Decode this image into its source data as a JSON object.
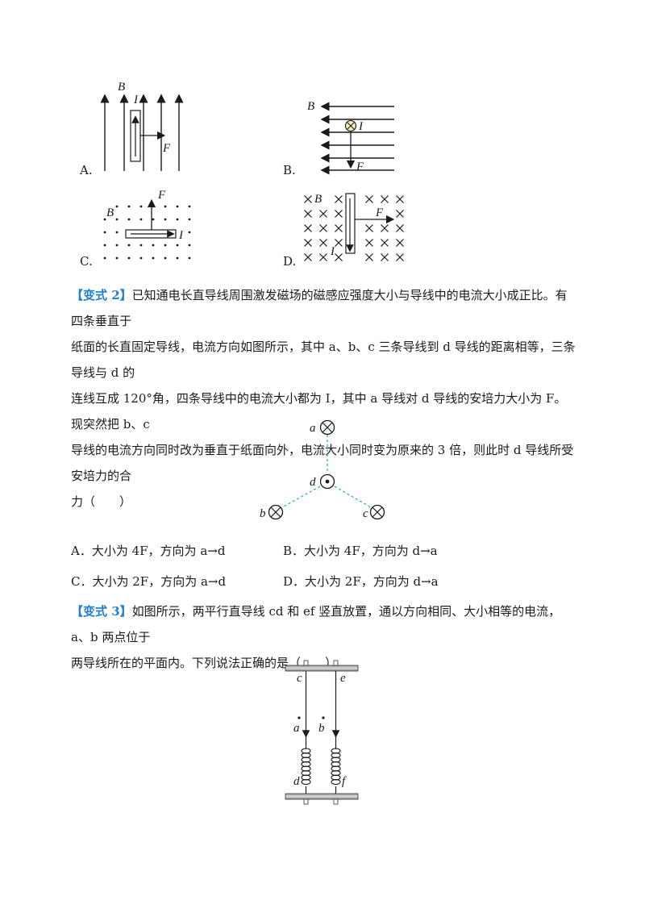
{
  "figures": {
    "a": {
      "option": "A.",
      "B": "B",
      "I": "I",
      "F": "F"
    },
    "b": {
      "option": "B.",
      "B": "B",
      "I": "I",
      "F": "F"
    },
    "c": {
      "option": "C.",
      "B": "B",
      "I": "I",
      "F": "F"
    },
    "d": {
      "option": "D.",
      "B": "B",
      "I": "I",
      "F": "F"
    }
  },
  "q2": {
    "tag": "【变式 2】",
    "line1": "已知通电长直导线周围激发磁场的磁感应强度大小与导线中的电流大小成正比。有四条垂直于",
    "line2": "纸面的长直固定导线，电流方向如图所示，其中 a、b、c 三条导线到 d 导线的距离相等，三条导线与 d 的",
    "line3": "连线互成 120°角，四条导线中的电流大小都为 I，其中 a 导线对 d 导线的安培力大小为 F。现突然把 b、c",
    "line4": "导线的电流方向同时改为垂直于纸面向外，电流大小同时变为原来的 3 倍，则此时 d 导线所受安培力的合",
    "line5": "力（　　）",
    "diagram": {
      "a": "a",
      "b": "b",
      "c": "c",
      "d": "d"
    },
    "options": {
      "A": "A．大小为 4F，方向为 a→d",
      "B": "B．大小为 4F，方向为 d→a",
      "C": "C．大小为 2F，方向为 a→d",
      "D": "D．大小为 2F，方向为 d→a"
    }
  },
  "q3": {
    "tag": "【变式 3】",
    "line1": "如图所示，两平行直导线 cd 和 ef 竖直放置，通以方向相同、大小相等的电流，a、b 两点位于",
    "line2": "两导线所在的平面内。下列说法正确的是（　　）",
    "diagram": {
      "c": "c",
      "e": "e",
      "a": "a",
      "b": "b",
      "d": "d",
      "f": "f"
    }
  },
  "colors": {
    "tag": "#1f7fd2",
    "dash": "#33aadd"
  }
}
